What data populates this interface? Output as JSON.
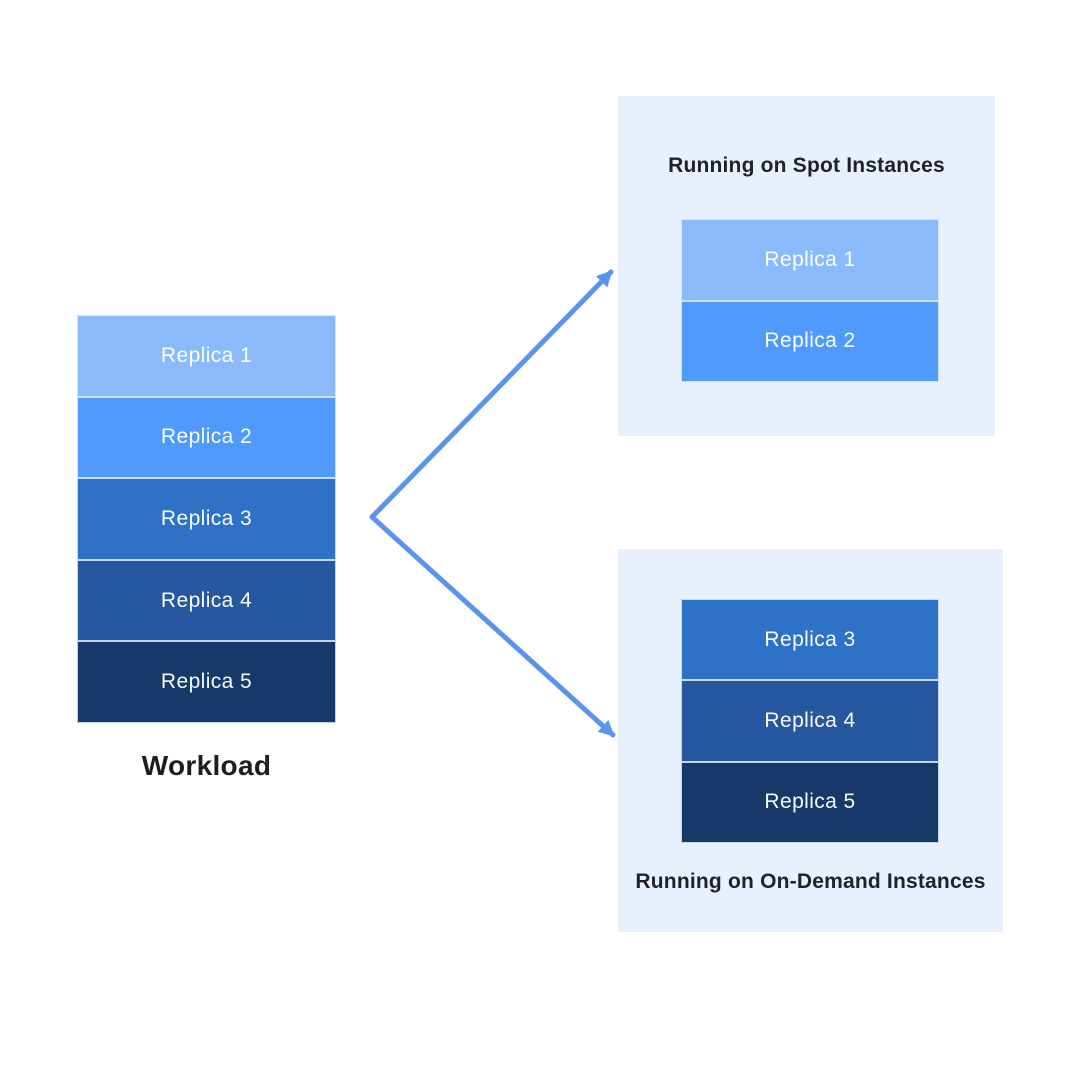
{
  "diagram": {
    "workload": {
      "label": "Workload",
      "replicas": [
        {
          "label": "Replica 1",
          "color": "#8bbafc"
        },
        {
          "label": "Replica 2",
          "color": "#4f9afa"
        },
        {
          "label": "Replica 3",
          "color": "#2e72c8"
        },
        {
          "label": "Replica 4",
          "color": "#26579f"
        },
        {
          "label": "Replica 5",
          "color": "#16396a"
        }
      ]
    },
    "spot_panel": {
      "title": "Running on Spot Instances",
      "replicas": [
        {
          "label": "Replica 1",
          "color": "#8bbafc"
        },
        {
          "label": "Replica 2",
          "color": "#4f9afa"
        }
      ]
    },
    "ondemand_panel": {
      "title": "Running on On-Demand Instances",
      "replicas": [
        {
          "label": "Replica 3",
          "color": "#2e72c8"
        },
        {
          "label": "Replica 4",
          "color": "#26579f"
        },
        {
          "label": "Replica 5",
          "color": "#16396a"
        }
      ]
    },
    "colors": {
      "canvas_bg": "#ffffff",
      "panel_bg": "#e7f0fc",
      "arrow": "#5b93f0",
      "replica_text": "#ffffff",
      "title_text": "#222226",
      "workload_text": "#1e1e1e"
    }
  }
}
